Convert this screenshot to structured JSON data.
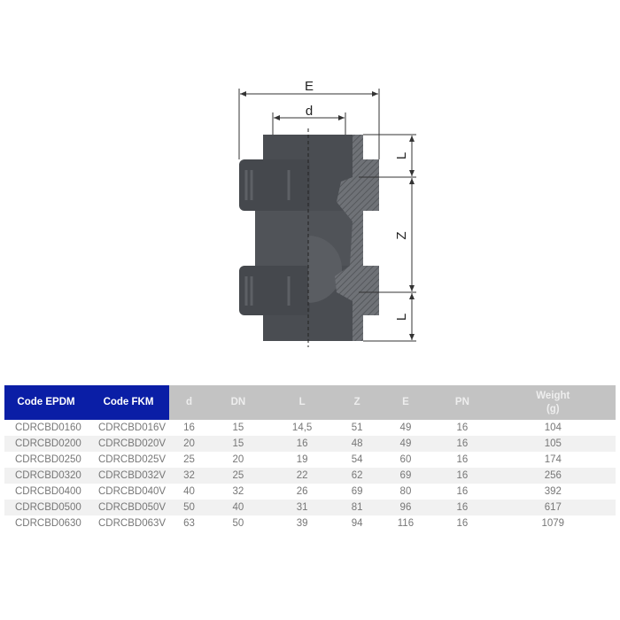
{
  "drawing": {
    "dim_E": "E",
    "dim_d": "d",
    "dim_L_top": "L",
    "dim_Z": "Z",
    "dim_L_bottom": "L"
  },
  "table": {
    "headers": [
      "Code EPDM",
      "Code FKM",
      "d",
      "DN",
      "L",
      "Z",
      "E",
      "PN",
      "Weight",
      "(g)"
    ],
    "rows": [
      [
        "CDRCBD0160",
        "CDRCBD016V",
        "16",
        "15",
        "14,5",
        "51",
        "49",
        "16",
        "104"
      ],
      [
        "CDRCBD0200",
        "CDRCBD020V",
        "20",
        "15",
        "16",
        "48",
        "49",
        "16",
        "105"
      ],
      [
        "CDRCBD0250",
        "CDRCBD025V",
        "25",
        "20",
        "19",
        "54",
        "60",
        "16",
        "174"
      ],
      [
        "CDRCBD0320",
        "CDRCBD032V",
        "32",
        "25",
        "22",
        "62",
        "69",
        "16",
        "256"
      ],
      [
        "CDRCBD0400",
        "CDRCBD040V",
        "40",
        "32",
        "26",
        "69",
        "80",
        "16",
        "392"
      ],
      [
        "CDRCBD0500",
        "CDRCBD050V",
        "50",
        "40",
        "31",
        "81",
        "96",
        "16",
        "617"
      ],
      [
        "CDRCBD0630",
        "CDRCBD063V",
        "63",
        "50",
        "39",
        "94",
        "116",
        "16",
        "1079"
      ]
    ]
  },
  "colors": {
    "header_blue": "#0a1ea6",
    "header_grey": "#c3c3c3",
    "body_dark": "#4a4d52"
  }
}
